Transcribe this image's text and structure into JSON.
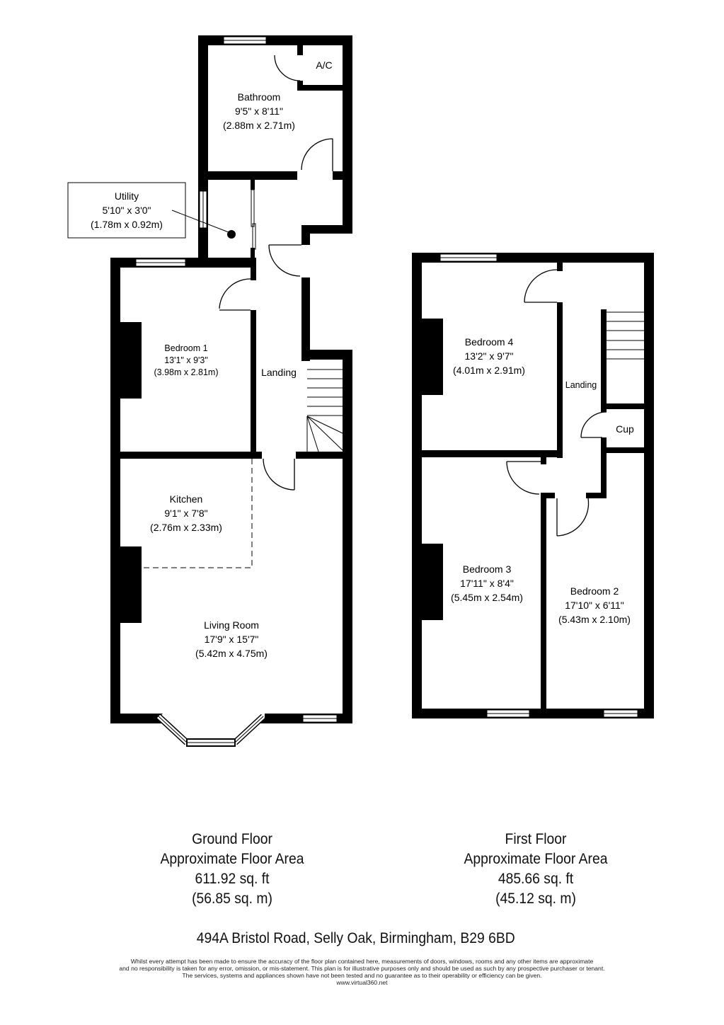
{
  "rooms": {
    "bathroom": {
      "name": "Bathroom",
      "imperial": "9'5\" x 8'11\"",
      "metric": "(2.88m x 2.71m)"
    },
    "ac": {
      "name": "A/C"
    },
    "utility": {
      "name": "Utility",
      "imperial": "5'10\" x 3'0\"",
      "metric": "(1.78m x 0.92m)"
    },
    "bedroom1": {
      "name": "Bedroom 1",
      "imperial": "13'1\" x 9'3\"",
      "metric": "(3.98m x 2.81m)"
    },
    "landing_ground": {
      "name": "Landing"
    },
    "kitchen": {
      "name": "Kitchen",
      "imperial": "9'1\" x 7'8\"",
      "metric": "(2.76m x 2.33m)"
    },
    "living_room": {
      "name": "Living Room",
      "imperial": "17'9\" x 15'7\"",
      "metric": "(5.42m x 4.75m)"
    },
    "bedroom4": {
      "name": "Bedroom 4",
      "imperial": "13'2\" x 9'7\"",
      "metric": "(4.01m x 2.91m)"
    },
    "landing_first": {
      "name": "Landing"
    },
    "cup": {
      "name": "Cup"
    },
    "bedroom3": {
      "name": "Bedroom 3",
      "imperial": "17'11\" x 8'4\"",
      "metric": "(5.45m x 2.54m)"
    },
    "bedroom2": {
      "name": "Bedroom 2",
      "imperial": "17'10\" x 6'11\"",
      "metric": "(5.43m x 2.10m)"
    }
  },
  "floors": {
    "ground": {
      "title": "Ground Floor",
      "subtitle": "Approximate Floor Area",
      "area_sqft": "611.92 sq. ft",
      "area_sqm": "(56.85 sq. m)"
    },
    "first": {
      "title": "First Floor",
      "subtitle": "Approximate Floor Area",
      "area_sqft": "485.66 sq. ft",
      "area_sqm": "(45.12 sq. m)"
    }
  },
  "address": "494A Bristol Road, Selly Oak, Birmingham, B29 6BD",
  "disclaimer": {
    "line1": "Whilst every attempt has been made to ensure the accuracy of the floor plan contained here, measurements of doors, windows, rooms and any other items are approximate",
    "line2": "and no responsibility is taken for any error, omission, or mis-statement. This plan is for illustrative purposes only and should be used as such by any prospective purchaser or tenant.",
    "line3": "The services, systems and appliances shown have not been tested and no guarantee as to their operability or efficiency can be given.",
    "website": "www.virtual360.net"
  },
  "colors": {
    "wall": "#000000",
    "background": "#ffffff"
  }
}
